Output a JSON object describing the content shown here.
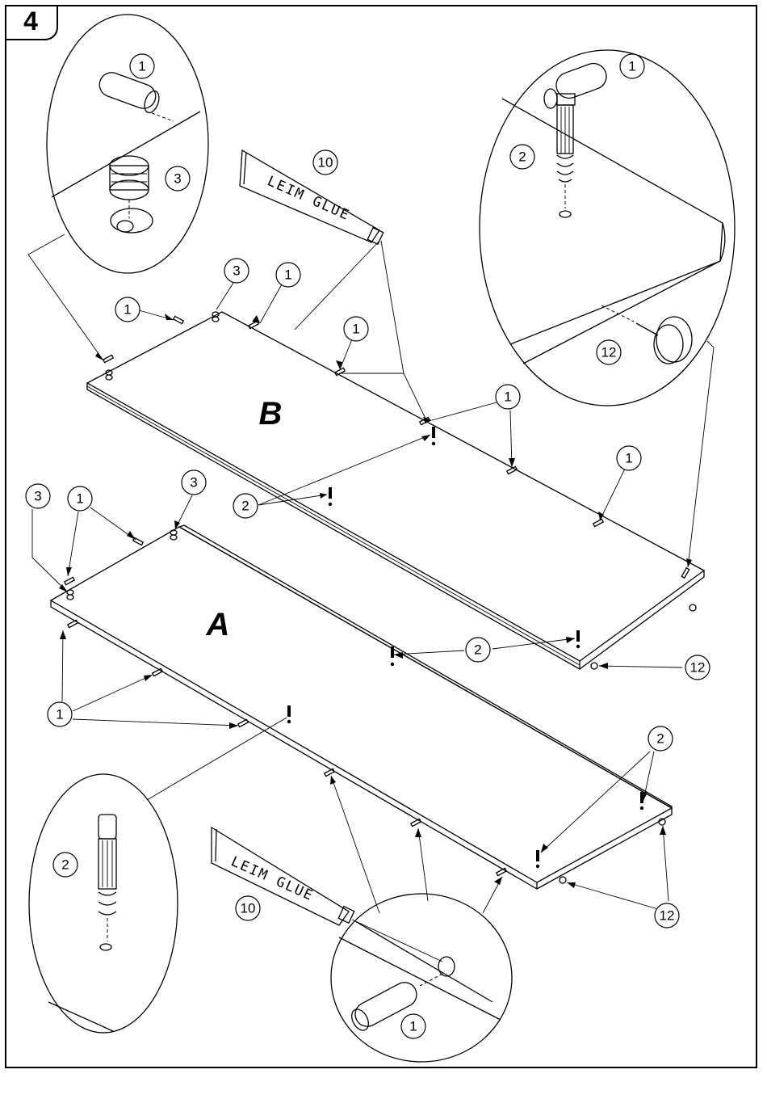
{
  "step": {
    "number": "4"
  },
  "panels": {
    "a_label": "A",
    "b_label": "B"
  },
  "glue": {
    "tube_text": "LEIM GLUE"
  },
  "callouts": {
    "dowel": "1",
    "cam_bolt": "2",
    "cam_lock": "3",
    "glue": "10",
    "foot": "12"
  },
  "colors": {
    "line": "#000000",
    "background": "#ffffff"
  }
}
